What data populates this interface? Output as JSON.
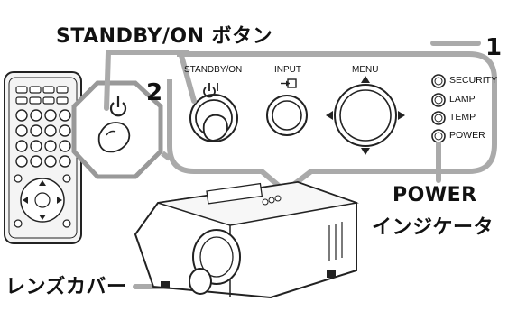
{
  "callouts": {
    "standby_button": "STANDBY/ON ボタン",
    "step_1": "1",
    "step_2": "2",
    "power_indicator_line1": "POWER",
    "power_indicator_line2": "インジケータ",
    "lens_cover": "レンズカバー"
  },
  "control_panel": {
    "standby_label": "STANDBY/ON",
    "input_label": "INPUT",
    "menu_label": "MENU",
    "indicators": [
      "SECURITY",
      "LAMP",
      "TEMP",
      "POWER"
    ]
  },
  "icons": [
    "power-symbol-icon",
    "input-arrow-icon",
    "menu-dpad-icon",
    "indicator-lamp-icon",
    "pointing-hand-icon"
  ]
}
